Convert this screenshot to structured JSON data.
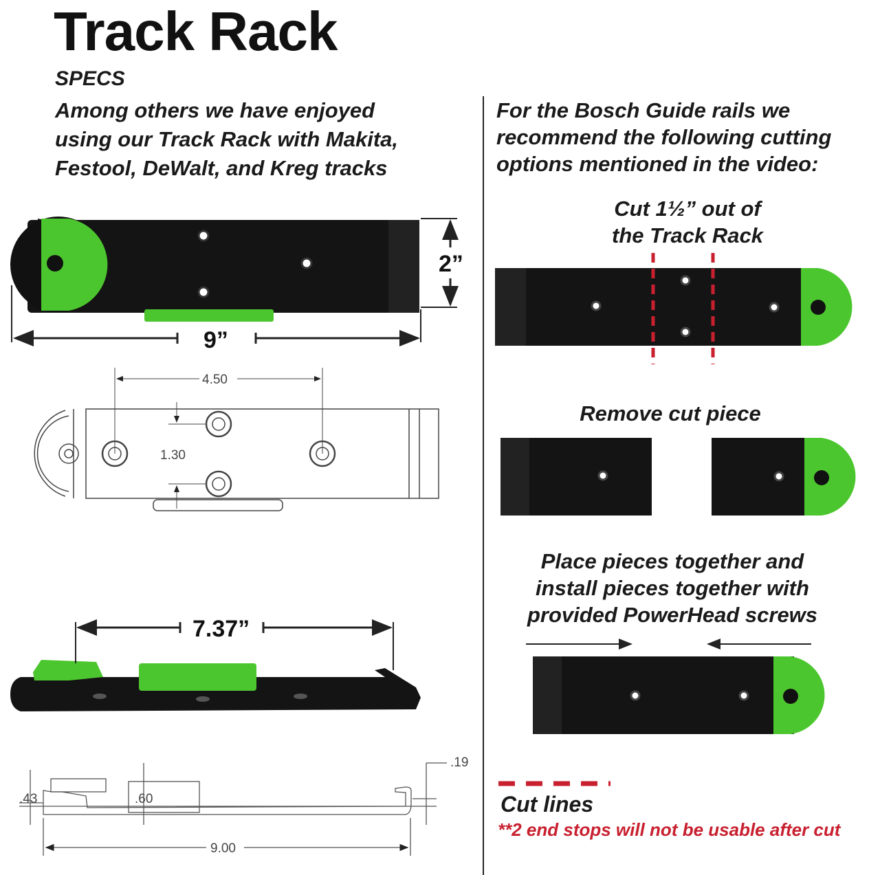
{
  "title": "Track Rack",
  "specs_label": "SPECS",
  "left_text": [
    "Among others we have enjoyed",
    "using our Track Rack with Makita,",
    "Festool, DeWalt, and Kreg tracks"
  ],
  "right_text": [
    "For the Bosch Guide rails we",
    "recommend the following cutting",
    "options mentioned in the video:"
  ],
  "dimensions": {
    "height": "2”",
    "length": "9”",
    "hole_spacing": "4.50",
    "hole_offset": "1.30",
    "inner_length": "7.37”",
    "d_043": ".43",
    "d_060": ".60",
    "d_019": ".19",
    "d_900": "9.00"
  },
  "steps": {
    "cut": [
      "Cut 1½” out of",
      "the Track Rack"
    ],
    "remove": "Remove cut piece",
    "place": [
      "Place pieces together and",
      "install pieces together with",
      "provided PowerHead screws"
    ]
  },
  "legend": {
    "label": "Cut lines",
    "note": "**2 end stops will not be usable after cut"
  },
  "colors": {
    "green": "#4cc62e",
    "black": "#141414",
    "cut_red": "#c8202f"
  }
}
